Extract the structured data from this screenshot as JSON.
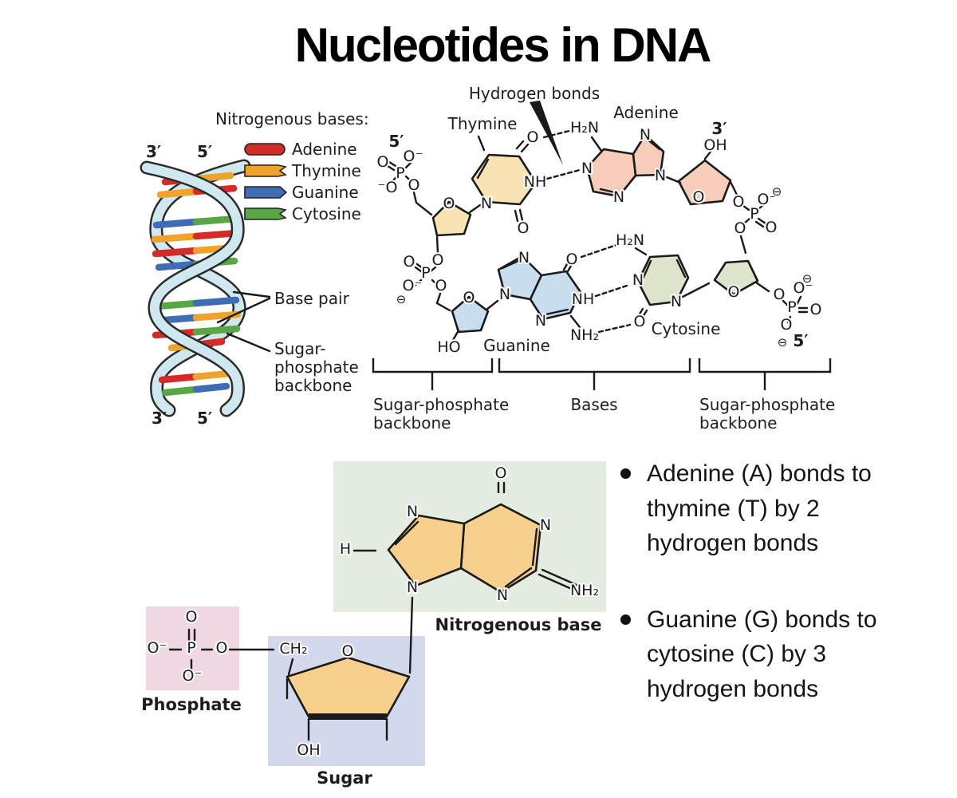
{
  "title": "Nucleotides in DNA",
  "colors": {
    "adenine_bar": "#d42b28",
    "thymine_bar": "#efa32c",
    "guanine_bar": "#3e6cb5",
    "cytosine_bar": "#57a845",
    "helix_ribbon": "#cfe8f0",
    "thymine_ring": "#f9e3b4",
    "adenine_ring": "#f7cdba",
    "guanine_ring": "#c8ddf0",
    "cytosine_ring": "#dce5cb",
    "base_box": "#e4ebe0",
    "phosphate_box": "#f0d8e2",
    "sugar_box": "#d4d8ec",
    "bottom_ring": "#f8d08e"
  },
  "helix": {
    "legend_title": "Nitrogenous bases:",
    "legend": [
      {
        "label": "Adenine"
      },
      {
        "label": "Thymine"
      },
      {
        "label": "Guanine"
      },
      {
        "label": "Cytosine"
      }
    ],
    "top_left_end": "3′",
    "top_right_end": "5′",
    "bottom_left_end": "3′",
    "bottom_right_end": "5′",
    "base_pair_label": "Base pair",
    "backbone_lines": [
      "Sugar-",
      "phosphate",
      "backbone"
    ]
  },
  "structure": {
    "hydrogen_bonds_label": "Hydrogen bonds",
    "thymine_label": "Thymine",
    "adenine_label": "Adenine",
    "guanine_label": "Guanine",
    "cytosine_label": "Cytosine",
    "left_five_prime": "5′",
    "right_three_prime": "3′",
    "right_five_prime": "5′",
    "bracket_left_line1": "Sugar-phosphate",
    "bracket_left_line2": "backbone",
    "bracket_bases": "Bases",
    "bracket_right_line1": "Sugar-phosphate",
    "bracket_right_line2": "backbone"
  },
  "atoms": {
    "O": "O",
    "P": "P",
    "N": "N",
    "H": "H",
    "NH": "NH",
    "OH": "OH",
    "HO": "HO",
    "H2N": "H₂N",
    "NH2": "NH₂",
    "CH2": "CH₂",
    "O_minus": "O⁻",
    "minus_O": "⁻O",
    "circled_minus": "⊖",
    "five_prime": "5′",
    "three_prime": "3′"
  },
  "nucleotide": {
    "phosphate_label": "Phosphate",
    "sugar_label": "Sugar",
    "base_label": "Nitrogenous base"
  },
  "notes": [
    "Adenine (A) bonds to thymine (T) by 2 hydrogen bonds",
    "Guanine (G) bonds to cytosine (C) by 3 hydrogen bonds"
  ]
}
